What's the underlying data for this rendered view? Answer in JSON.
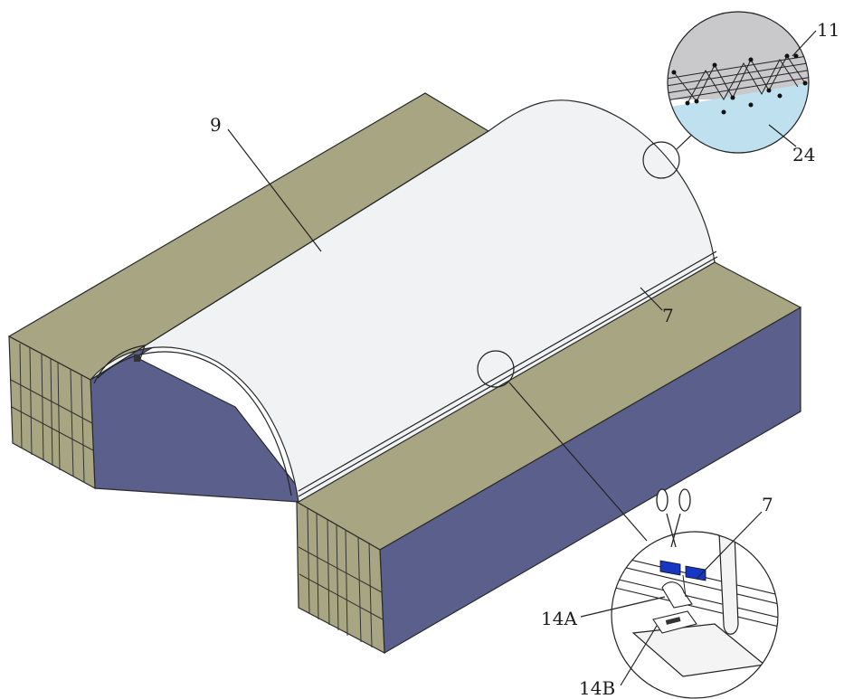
{
  "labels": {
    "canopy": "9",
    "seam": "7",
    "detail_top_a": "11",
    "detail_top_b": "24",
    "detail_bottom_seam": "7",
    "detail_bottom_a": "14A",
    "detail_bottom_b": "14B"
  },
  "colors": {
    "container_top": "#a7a582",
    "container_side": "#5b5f8c",
    "container_door": "#a7a582",
    "canopy": "#f1f2f3",
    "detail_sky": "#c9c9cc",
    "detail_water": "#bfe0ef",
    "clip_blue": "#1836c4"
  },
  "icons": {
    "scissors": "scissors-icon"
  }
}
